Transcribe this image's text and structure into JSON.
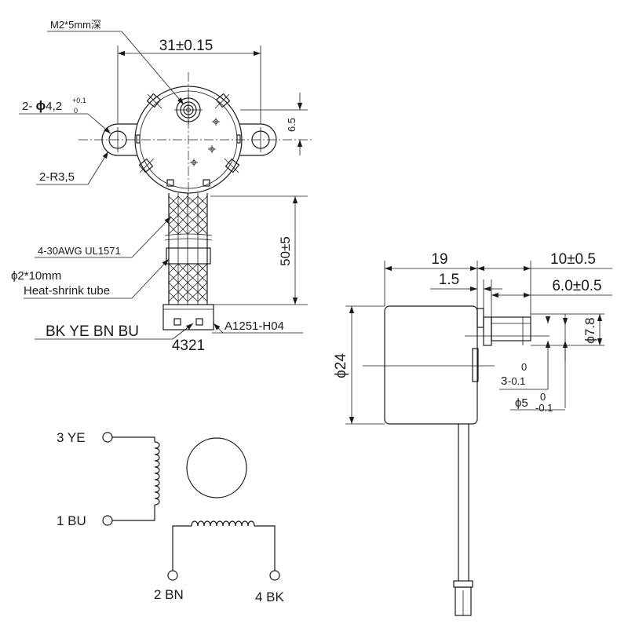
{
  "top_view": {
    "thread_note": "M2*5mm深",
    "width_dim": "31±0.15",
    "hole_prefix": "2- ",
    "hole_phi": "ϕ",
    "hole_value": "4,2",
    "hole_tol_upper": "+0.1",
    "hole_tol_lower": "0",
    "radius_note": "2-R3,5",
    "offset_dim": "6.5",
    "wire_spec": "4-30AWG UL1571",
    "tube_spec": "ϕ2*10mm",
    "tube_label": "Heat-shrink tube",
    "lead_dim": "50±5",
    "wire_colors": "BK YE BN BU",
    "connector_model": "A1251-H04",
    "pin_numbers": "4321"
  },
  "side_view": {
    "body_length": "19",
    "shaft_length": "10±0.5",
    "flange_thickness": "1.5",
    "flat_length": "6.0±0.5",
    "body_diameter": "ϕ24",
    "boss_diameter": "ϕ7.8",
    "flat_dim_main": "3",
    "flat_tol_upper": "0",
    "flat_tol_lower": "-0.1",
    "shaft_dia_main": "ϕ5",
    "shaft_tol_upper": "0",
    "shaft_tol_lower": "-0.1"
  },
  "schematic": {
    "pin3": "3 YE",
    "pin1": "1 BU",
    "pin2": "2 BN",
    "pin4": "4 BK"
  }
}
